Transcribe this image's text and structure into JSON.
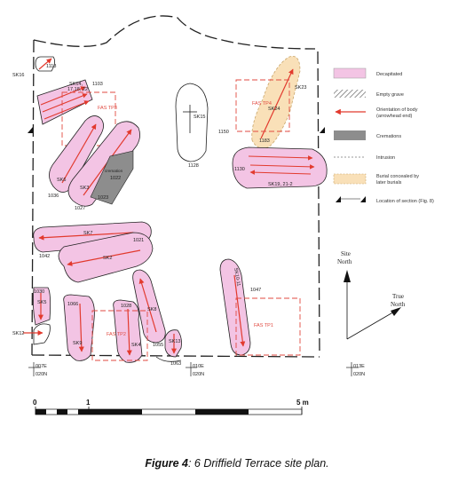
{
  "colors": {
    "decapitated": "#f3c4e4",
    "cremation": "#8d8d8d",
    "burial_concealed": "#f9e0b8",
    "arrow": "#e23a2e",
    "trench": "#e14a40",
    "outline": "#222222"
  },
  "legend": {
    "decapitated": "Decapitated",
    "empty_grave": "Empty grave",
    "orientation_line1": "Orientation of body",
    "orientation_line2": "(arrowhead end)",
    "cremations": "Cremations",
    "intrusion": "Intrusion",
    "burial_line1": "Burial concealed by",
    "burial_line2": "later burials",
    "section": "Location of section (Fig. 8)"
  },
  "north": {
    "site_line1": "Site",
    "site_line2": "North",
    "true_line1": "True",
    "true_line2": "North"
  },
  "labels": {
    "sk16": "SK16",
    "f1118": "1118",
    "sk14": "SK14,",
    "sk14b": "17,18, 22",
    "f1103": "1103",
    "fas_tp3": "FAS TP3",
    "sk15": "SK15",
    "f1128": "1128",
    "f1150": "1150",
    "fas_tp4": "FAS TP4",
    "sk24": "SK24",
    "sk23": "SK23",
    "f1183": "1183",
    "f1130": "1130",
    "sk19": "SK19, 21-2",
    "sk6": "SK6",
    "f1036": "1036",
    "sk3": "SK3",
    "cremation": "cremation",
    "f1022": "1022",
    "f1023": "1023",
    "f1027": "1027",
    "sk7": "SK7",
    "f1021": "1021",
    "f1042": "1042",
    "sk2": "SK2",
    "f1030": "1030",
    "sk5": "SK5",
    "sk12": "SK12",
    "f1066": "1066",
    "sk9": "SK9",
    "f1028": "1028",
    "sk8": "SK8",
    "fas_tp2": "FAS TP2",
    "sk4": "SK4",
    "f1055": "1055",
    "sk13": "SK13",
    "f1063": "1063",
    "sk10": "SK10-11",
    "f1047": "1047",
    "fas_tp1": "FAS TP1",
    "g007e": "007E",
    "g020n_a": "020N",
    "g010e": "010E",
    "g020n_b": "020N",
    "g013e": "013E",
    "g020n_c": "020N"
  },
  "scale": {
    "zero": "0",
    "one": "1",
    "five": "5 m"
  },
  "caption": {
    "figure": "Figure 4",
    "text": ": 6 Driffield Terrace site plan."
  }
}
